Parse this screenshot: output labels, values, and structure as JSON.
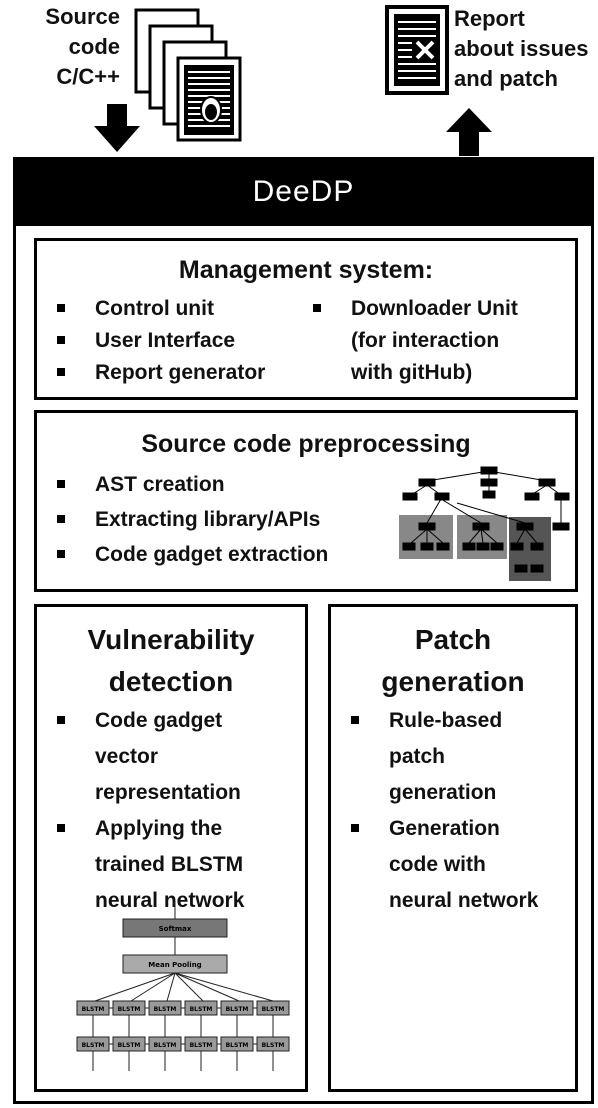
{
  "source": {
    "label_lines": [
      "Source",
      "code",
      "C/C++"
    ]
  },
  "report": {
    "label_lines": [
      "Report",
      "about issues",
      "and patch"
    ]
  },
  "main": {
    "title": "DeeDP"
  },
  "management": {
    "title": "Management system:",
    "left_items": [
      "Control unit",
      "User Interface",
      "Report generator"
    ],
    "right_item_lines": [
      "Downloader Unit",
      "(for interaction",
      "with gitHub)"
    ]
  },
  "preprocessing": {
    "title": "Source code preprocessing",
    "items": [
      "AST creation",
      "Extracting library/APIs",
      "Code gadget extraction"
    ]
  },
  "vulnerability": {
    "title_lines": [
      "Vulnerability",
      "detection"
    ],
    "items": [
      [
        "Code gadget",
        "vector",
        "representation"
      ],
      [
        "Applying the",
        "trained BLSTM",
        "neural network"
      ]
    ],
    "nn_labels": [
      "Softmax",
      "Mean Pooling",
      "BLSTM"
    ]
  },
  "patch": {
    "title_lines": [
      "Patch",
      "generation"
    ],
    "items": [
      [
        "Rule-based",
        "patch",
        "generation"
      ],
      [
        "Generation",
        "code with",
        "neural network"
      ]
    ]
  },
  "colors": {
    "header_bg": "#000000",
    "header_text": "#ffffff",
    "border": "#000000"
  }
}
